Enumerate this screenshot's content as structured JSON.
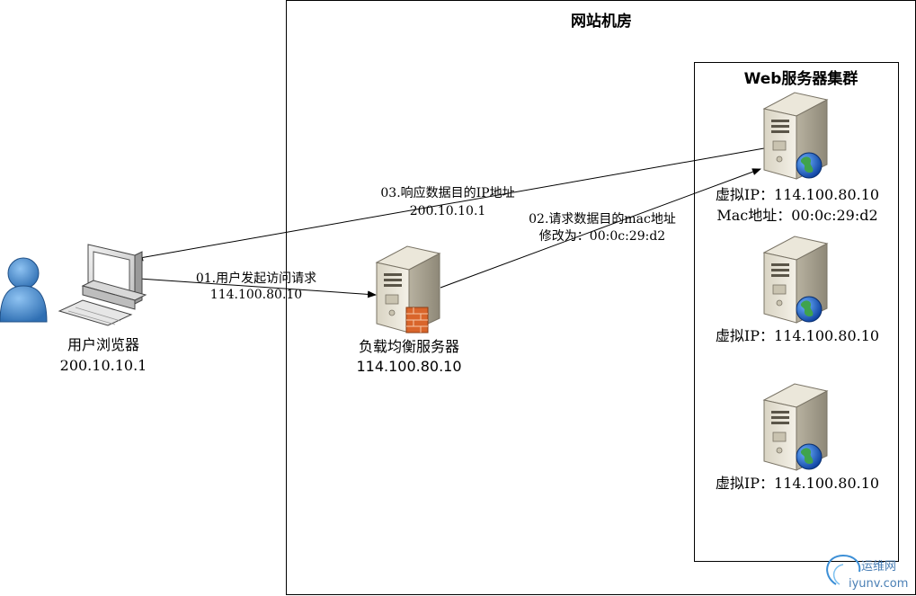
{
  "datacenter": {
    "title": "网站机房"
  },
  "cluster": {
    "title": "Web服务器集群"
  },
  "user": {
    "name": "用户浏览器",
    "ip": "200.10.10.1"
  },
  "load_balancer": {
    "name": "负载均衡服务器",
    "ip": "114.100.80.10"
  },
  "web_servers": [
    {
      "vip": "虚拟IP：114.100.80.10",
      "mac": "Mac地址：00:0c:29:d2"
    },
    {
      "vip": "虚拟IP：114.100.80.10"
    },
    {
      "vip": "虚拟IP：114.100.80.10"
    }
  ],
  "steps": [
    {
      "line1": "01.用户发起访问请求",
      "line2": "114.100.80.10"
    },
    {
      "line1": "02.请求数据目的mac地址",
      "line2": "修改为：00:0c:29:d2"
    },
    {
      "line1": "03.响应数据目的IP地址",
      "line2": "200.10.10.1"
    }
  ],
  "watermark": {
    "text": "运维网",
    "url": "iyunv.com"
  }
}
